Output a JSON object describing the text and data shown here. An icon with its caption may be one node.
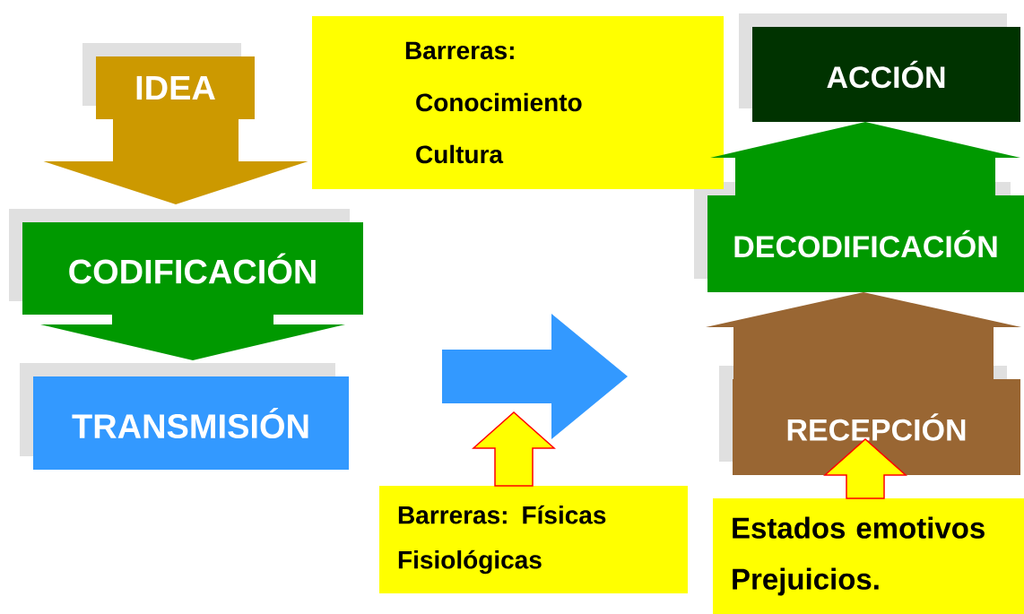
{
  "diagram": {
    "nodes": [
      {
        "text": [
          "IDEA"
        ]
      },
      {
        "text": [
          "CODIFICACIÓN"
        ]
      },
      {
        "text": [
          "TRANSMISIÓN"
        ]
      },
      {
        "text": [
          "ACCIÓN"
        ]
      },
      {
        "text": [
          "DECODIFICACIÓN"
        ]
      },
      {
        "text": [
          "RECEPCIÓN"
        ]
      },
      {
        "text": [
          "Barreras:",
          "Conocimiento",
          "Cultura"
        ]
      },
      {
        "text": [
          "Barreras: Físicas",
          "Fisiológicas"
        ]
      },
      {
        "text": [
          "Estados emotivos",
          "Prejuicios."
        ]
      }
    ],
    "edges": [
      {
        "from": 0,
        "to": 1,
        "arrow": "to",
        "color": "#cc9900"
      },
      {
        "from": 1,
        "to": 2,
        "arrow": "to",
        "color": "#009900"
      },
      {
        "from": 2,
        "to": 5,
        "arrow": "to",
        "color": "#3399ff"
      },
      {
        "from": 5,
        "to": 4,
        "arrow": "to",
        "color": "#996633"
      },
      {
        "from": 4,
        "to": 3,
        "arrow": "to",
        "color": "#009900"
      },
      {
        "from": 7,
        "to": null,
        "arrow": "to",
        "color": "#ffff00"
      },
      {
        "from": 8,
        "to": 5,
        "arrow": "to",
        "color": "#ffff00"
      }
    ]
  }
}
